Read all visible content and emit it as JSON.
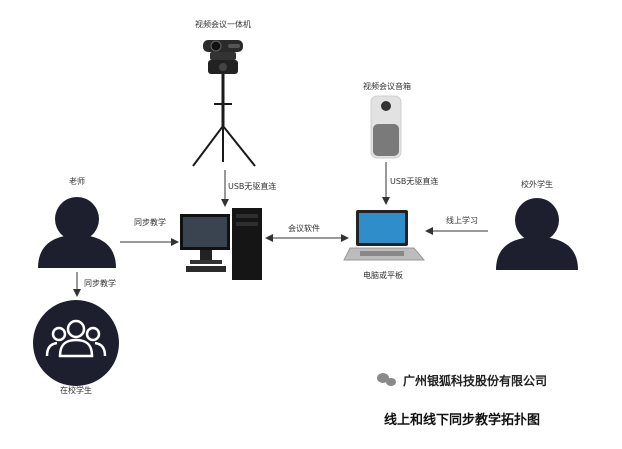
{
  "nodes": {
    "camera": "视频会议一体机",
    "speaker": "视频会议音箱",
    "teacher": "老师",
    "remote_student": "校外学生",
    "laptop": "电脑或平板",
    "local_students": "在校学生"
  },
  "edges": {
    "camera_usb": "USB无驱直连",
    "speaker_usb": "USB无驱直连",
    "teacher_to_pc": "同步教学",
    "pc_laptop": "会议软件",
    "remote_to_laptop": "线上学习",
    "teacher_to_students": "同步教学"
  },
  "brand": {
    "company": "广州银狐科技股份有限公司"
  },
  "caption": "线上和线下同步教学拓扑图",
  "colors": {
    "person": "#1e1f2e",
    "line": "#333333"
  }
}
